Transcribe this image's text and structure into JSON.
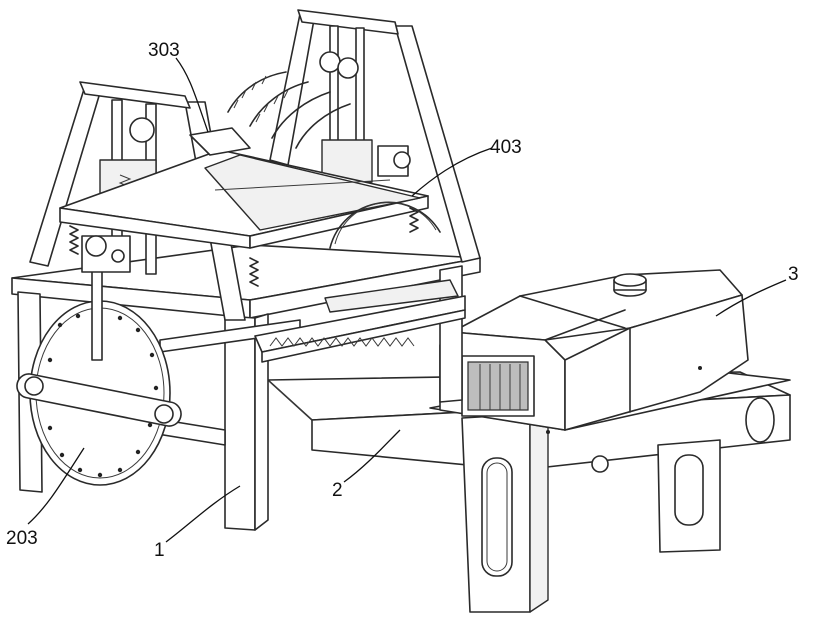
{
  "callouts": [
    {
      "id": "303",
      "label": "303"
    },
    {
      "id": "403",
      "label": "403"
    },
    {
      "id": "3",
      "label": "3"
    },
    {
      "id": "2",
      "label": "2"
    },
    {
      "id": "1",
      "label": "1"
    },
    {
      "id": "203",
      "label": "203"
    }
  ]
}
